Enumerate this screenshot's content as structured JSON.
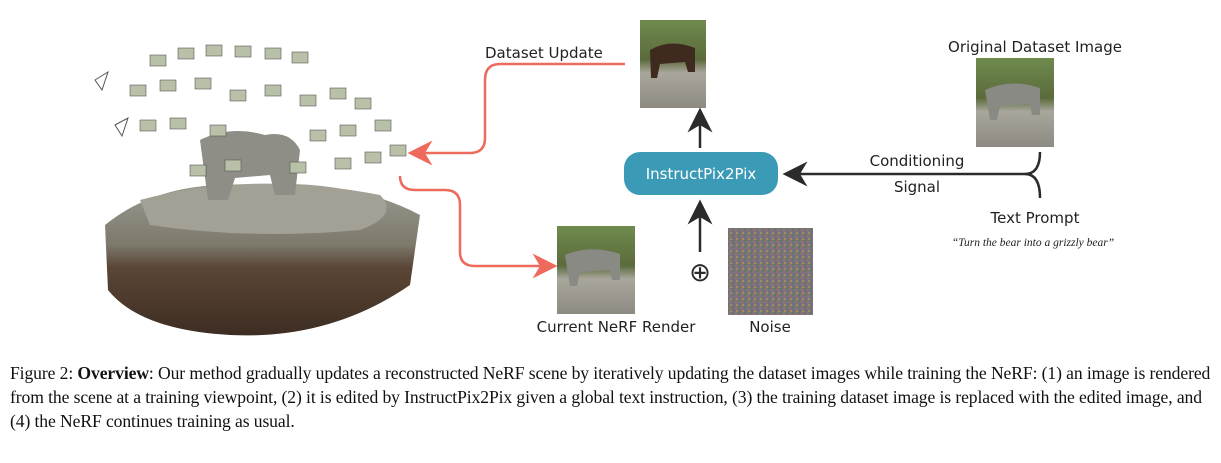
{
  "figure": {
    "labels": {
      "dataset_update": "Dataset Update",
      "original_dataset_image": "Original Dataset Image",
      "model": "InstructPix2Pix",
      "conditioning": "Conditioning",
      "signal": "Signal",
      "text_prompt": "Text Prompt",
      "prompt_text": "“Turn the bear into a grizzly bear”",
      "current_render": "Current NeRF Render",
      "noise": "Noise",
      "plus_symbol": "⊕"
    },
    "colors": {
      "accent_arrow": "#ee6a5c",
      "model_box": "#3b9bb7",
      "dark_arrow": "#2b2b2b"
    }
  },
  "caption": {
    "prefix": "Figure 2: ",
    "bold": "Overview",
    "text": ": Our method gradually updates a reconstructed NeRF scene by iteratively updating the dataset images while training the NeRF: (1) an image is rendered from the scene at a training viewpoint, (2) it is edited by InstructPix2Pix given a global text instruction, (3) the training dataset image is replaced with the edited image, and (4) the NeRF continues training as usual."
  }
}
